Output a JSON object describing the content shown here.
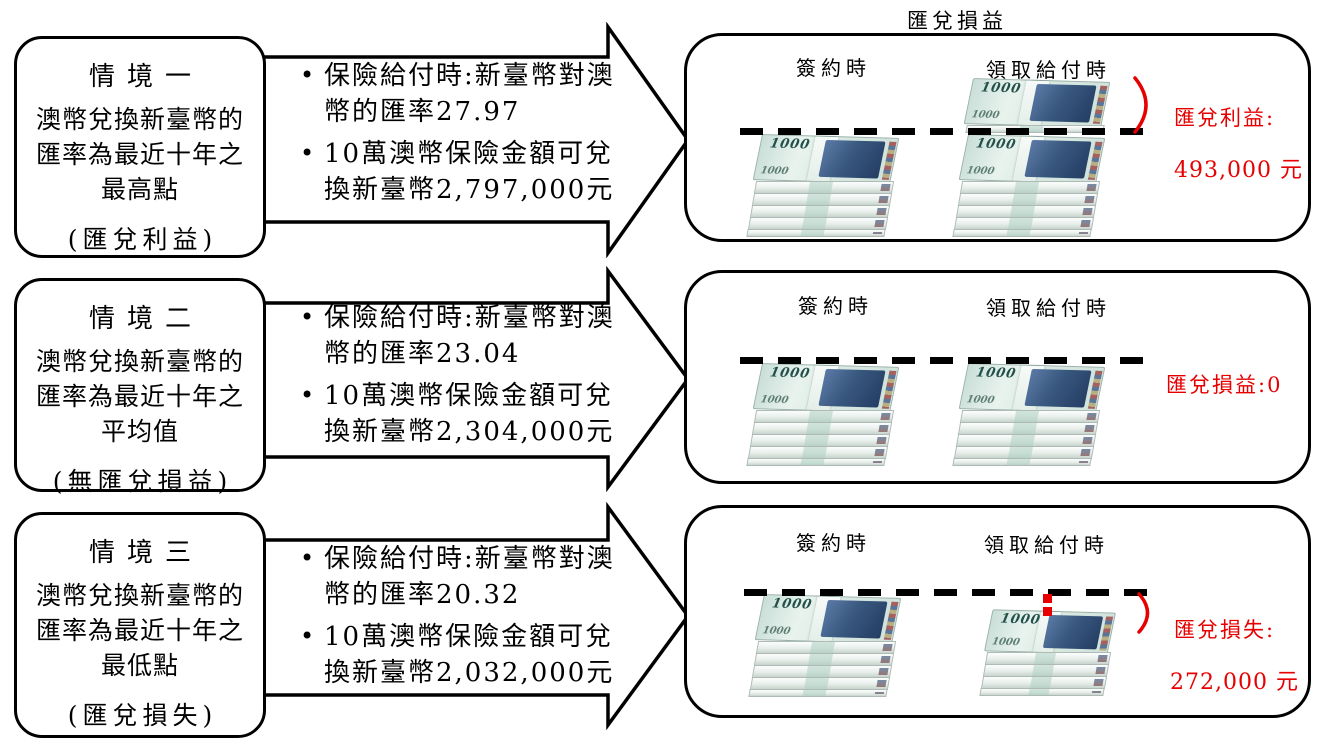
{
  "title": "匯兌損益",
  "bill_note": "1000",
  "accent_red": "#e60000",
  "scenarios": [
    {
      "box": {
        "title": "情境一",
        "body": "澳幣兌換新臺幣的匯率為最近十年之最高點",
        "note": "(匯兌利益)"
      },
      "bullets": [
        "保險給付時:新臺幣對澳幣的匯率27.97",
        "10萬澳幣保險金額可兌換新臺幣2,797,000元"
      ],
      "panel": {
        "sign_label": "簽約時",
        "payout_label": "領取給付時",
        "result_title": "匯兌利益:",
        "result_value": "493,000 元",
        "sign_bundles": 5,
        "payout_above_bundles": 1,
        "payout_bundles": 5
      }
    },
    {
      "box": {
        "title": "情境二",
        "body": "澳幣兌換新臺幣的匯率為最近十年之平均值",
        "note": "(無匯兌損益)"
      },
      "bullets": [
        "保險給付時:新臺幣對澳幣的匯率23.04",
        "10萬澳幣保險金額可兌換新臺幣2,304,000元"
      ],
      "panel": {
        "sign_label": "簽約時",
        "payout_label": "領取給付時",
        "result_title": "匯兌損益:0",
        "result_value": "",
        "sign_bundles": 5,
        "payout_above_bundles": 0,
        "payout_bundles": 5
      }
    },
    {
      "box": {
        "title": "情境三",
        "body": "澳幣兌換新臺幣的匯率為最近十年之最低點",
        "note": "(匯兌損失)"
      },
      "bullets": [
        "保險給付時:新臺幣對澳幣的匯率20.32",
        "10萬澳幣保險金額可兌換新臺幣2,032,000元"
      ],
      "panel": {
        "sign_label": "簽約時",
        "payout_label": "領取給付時",
        "result_title": "匯兌損失:",
        "result_value": "272,000 元",
        "sign_bundles": 5,
        "payout_above_bundles": 0,
        "payout_bundles": 4,
        "gap_marker": true
      }
    }
  ]
}
